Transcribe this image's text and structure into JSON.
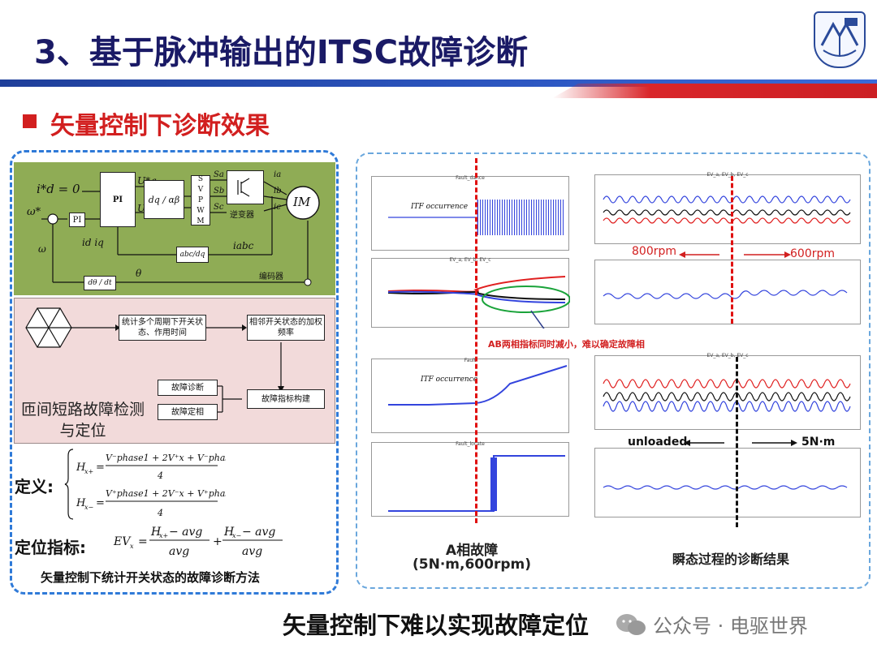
{
  "header": {
    "title": "3、基于脉冲输出的ITSC故障诊断"
  },
  "subtitle": "矢量控制下诊断效果",
  "left": {
    "block_diagram": {
      "id_ref": "i*d = 0",
      "omega_ref": "ω*",
      "pi_small": "PI",
      "pi_big": "PI",
      "uq_star": "U*q",
      "ud_star": "U*d",
      "dq": "dq / αβ",
      "svpwm": "S V P W M",
      "inverter": "逆变器",
      "motor": "IM",
      "abc_dq": "abc/dq",
      "iabc": "iabc",
      "id_iq": "id iq",
      "omega": "ω",
      "theta": "θ",
      "ddt": "dθ / dt",
      "encoder": "编码器",
      "sa": "Sa",
      "sb": "Sb",
      "sc": "Sc",
      "ia": "ia",
      "ib": "ib",
      "ic": "ic"
    },
    "flow": {
      "box1": "统计多个周期下开关状态、作用时间",
      "box2": "相邻开关状态的加权频率",
      "box3": "故障指标构建",
      "box4": "故障诊断",
      "box5": "故障定相",
      "desc": "匝间短路故障检测与定位"
    },
    "definition_label": "定义:",
    "locate_label": "定位指标:",
    "caption": "矢量控制下统计开关状态的故障诊断方法"
  },
  "right": {
    "plot_titles": [
      "Fault_dance",
      "EV_a, EV_b, EV_c",
      "Fault",
      "Fault_locate",
      "EV_a, EV_b, EV_c",
      "EV_a, EV_b, EV_c"
    ],
    "itf_label": "ITF   occurrence",
    "annotation": "AB两相指标同时减小，难以确定故障相",
    "speed_left": "800rpm",
    "speed_right": "600rpm",
    "load_left": "unloaded",
    "load_right": "5N·m",
    "caption_left_1": "A相故障",
    "caption_left_2": "(5N·m,600rpm)",
    "caption_right": "瞬态过程的诊断结果"
  },
  "footer": {
    "conclusion": "矢量控制下难以实现故障定位",
    "watermark": "公众号 · 电驱世界"
  },
  "colors": {
    "title": "#1a1a66",
    "accent_red": "#d21f1f",
    "frame_blue": "#2f7ad8",
    "green_panel": "#8fac55",
    "pink_panel": "#f2dada"
  }
}
